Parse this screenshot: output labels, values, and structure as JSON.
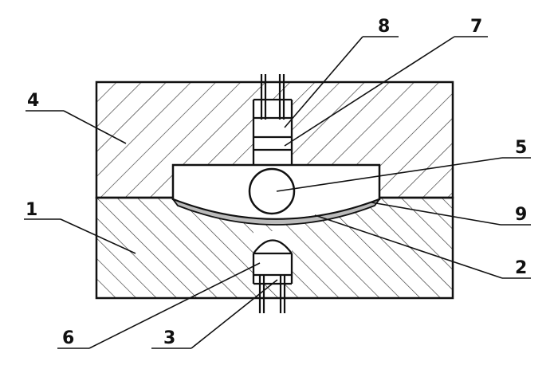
{
  "labels": {
    "l1": "1",
    "l2": "2",
    "l3": "3",
    "l4": "4",
    "l5": "5",
    "l6": "6",
    "l7": "7",
    "l8": "8",
    "l9": "9"
  },
  "colors": {
    "ink": "#111111",
    "hatch": "#333333",
    "paper": "#ffffff"
  }
}
